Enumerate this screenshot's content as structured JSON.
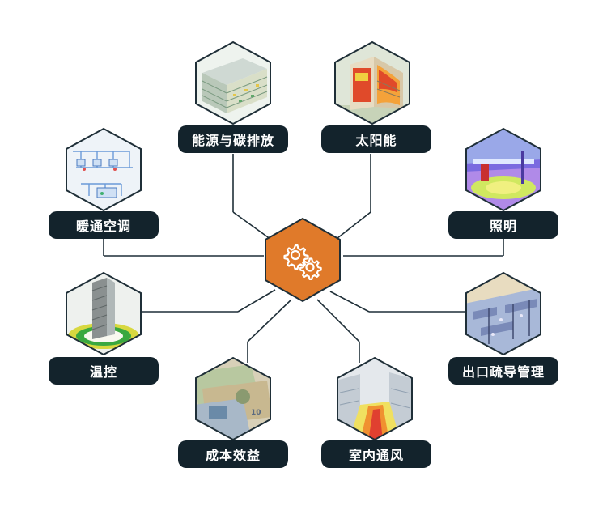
{
  "colors": {
    "hub": "#e07a2a",
    "label_bg": "#13232c",
    "stroke": "#1f2f38"
  },
  "hub": {
    "icon": "gears-icon"
  },
  "nodes": [
    {
      "id": "energy",
      "label": "能源与碳排放",
      "icon": "building-energy-model-icon"
    },
    {
      "id": "solar",
      "label": "太阳能",
      "icon": "solar-analysis-building-icon"
    },
    {
      "id": "hvac",
      "label": "暖通空调",
      "icon": "hvac-schematic-icon"
    },
    {
      "id": "lighting",
      "label": "照明",
      "icon": "lighting-simulation-icon"
    },
    {
      "id": "temperature",
      "label": "温控",
      "icon": "thermal-tower-icon"
    },
    {
      "id": "evacuation",
      "label": "出口疏导管理",
      "icon": "evacuation-plan-icon"
    },
    {
      "id": "cost",
      "label": "成本效益",
      "icon": "banknotes-icon"
    },
    {
      "id": "ventilation",
      "label": "室内通风",
      "icon": "airflow-simulation-icon"
    }
  ]
}
